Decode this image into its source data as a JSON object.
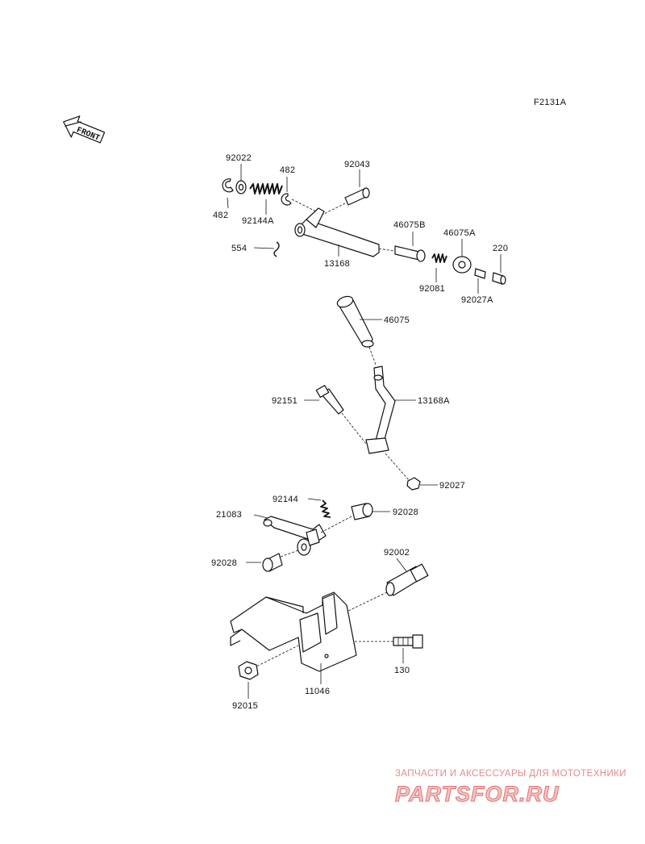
{
  "diagram": {
    "figure_code": "F2131A",
    "front_label": "FRONT",
    "labels": {
      "p92022": "92022",
      "p482_top": "482",
      "p92043": "92043",
      "p482_left": "482",
      "p92144A": "92144A",
      "p46075B": "46075B",
      "p46075A": "46075A",
      "p220": "220",
      "p554": "554",
      "p13168": "13168",
      "p92081": "92081",
      "p92027A": "92027A",
      "p46075": "46075",
      "p92151": "92151",
      "p13168A": "13168A",
      "p92027": "92027",
      "p92144": "92144",
      "p21083": "21083",
      "p92028_right": "92028",
      "p92028_left": "92028",
      "p92002": "92002",
      "p130": "130",
      "p11046": "11046",
      "p92015": "92015"
    }
  },
  "watermark": {
    "caption": "ЗАПЧАСТИ И АКСЕССУАРЫ ДЛЯ МОТОТЕХНИКИ",
    "brand": "PARTSFOR.RU",
    "text_color": "#e38a8a"
  }
}
